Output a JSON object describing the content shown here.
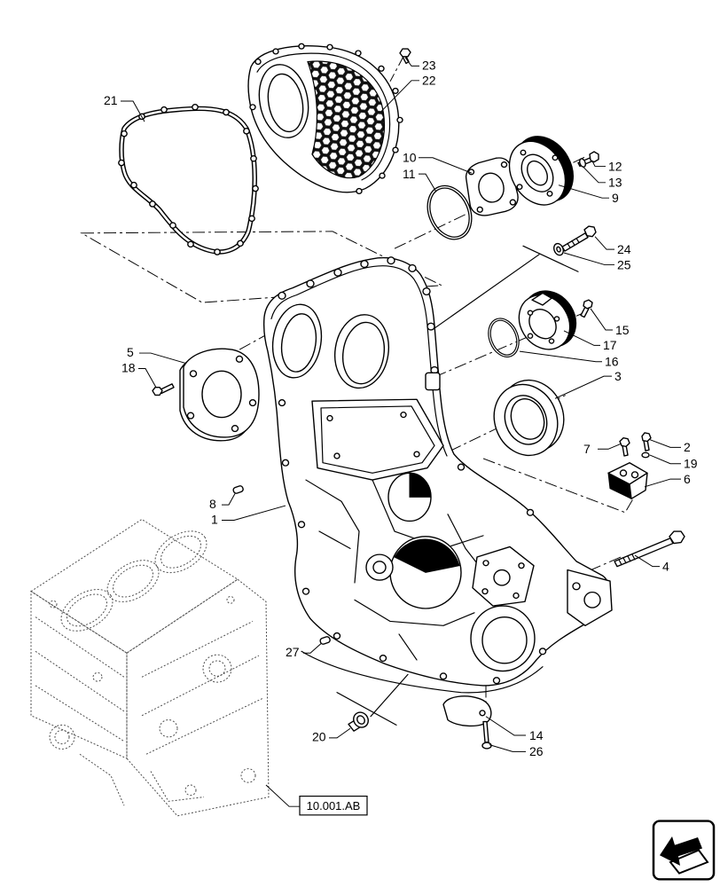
{
  "callouts": [
    "23",
    "22",
    "21",
    "10",
    "11",
    "12",
    "13",
    "9",
    "24",
    "25",
    "15",
    "17",
    "16",
    "3",
    "5",
    "18",
    "7",
    "2",
    "19",
    "6",
    "8",
    "1",
    "4",
    "27",
    "14",
    "20",
    "26"
  ],
  "reference": {
    "label": "10.001.AB"
  },
  "icons": {
    "navigation": "navigation-arrow-icon"
  },
  "colors": {
    "line": "#000000",
    "ghost_line": "#4a4a4a",
    "background": "#ffffff"
  }
}
